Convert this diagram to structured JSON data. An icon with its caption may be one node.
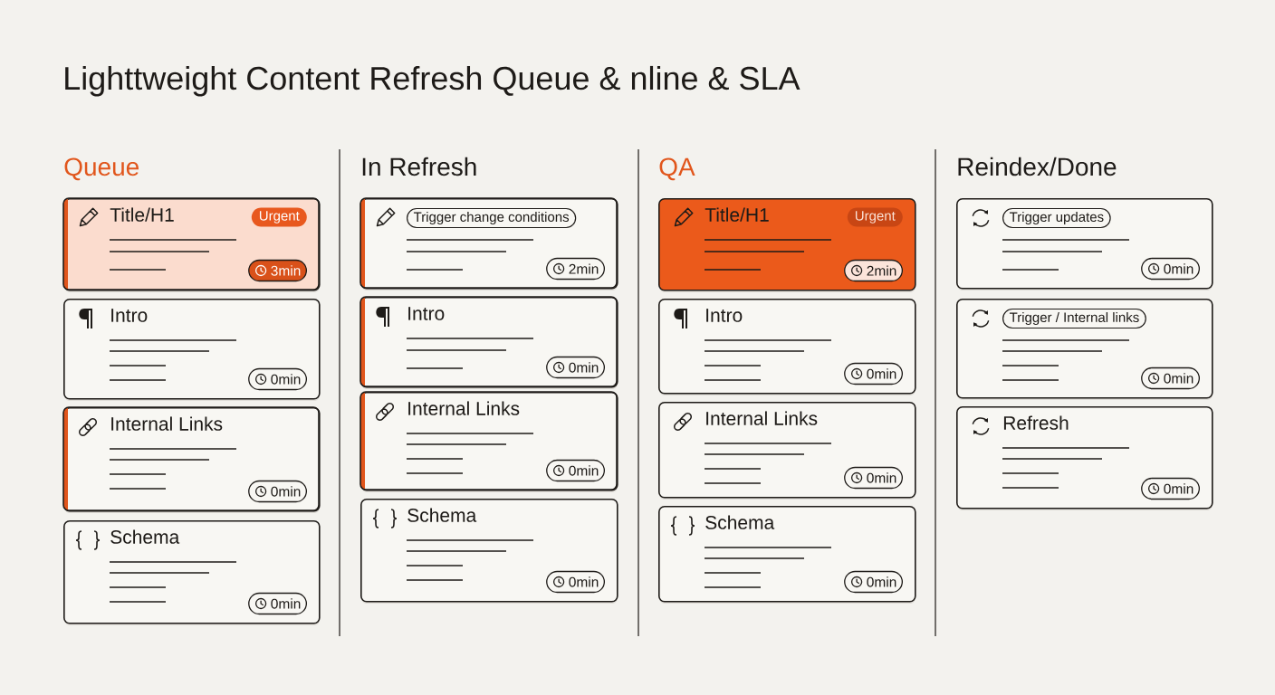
{
  "diagram": {
    "title": "Lighttweight Content Refresh Queue & nline & SLA",
    "nodes": [
      {
        "text": [
          "Title/H1"
        ]
      },
      {
        "text": [
          "Urgent"
        ],
        "in": 0
      },
      {
        "text": [
          "3min"
        ],
        "in": 0
      },
      {
        "text": [
          "Intro"
        ]
      },
      {
        "text": [
          "0min"
        ],
        "in": 3
      },
      {
        "text": [
          "Internal Links"
        ]
      },
      {
        "text": [
          "0min"
        ],
        "in": 5
      },
      {
        "text": [
          "Schema"
        ]
      },
      {
        "text": [
          "0min"
        ],
        "in": 7
      },
      {
        "text": [],
        "shape": "box"
      },
      {
        "text": [
          "Trigger change conditions"
        ],
        "in": 9
      },
      {
        "text": [
          "2min"
        ],
        "in": 9
      },
      {
        "text": [
          "Intro"
        ]
      },
      {
        "text": [
          "0min"
        ],
        "in": 12
      },
      {
        "text": [
          "Internal Links"
        ]
      },
      {
        "text": [
          "0min"
        ],
        "in": 14
      },
      {
        "text": [
          "Schema"
        ]
      },
      {
        "text": [
          "0min"
        ],
        "in": 16
      },
      {
        "text": [
          "Title/H1"
        ]
      },
      {
        "text": [
          "Urgent"
        ],
        "in": 18
      },
      {
        "text": [
          "2min"
        ],
        "in": 18
      },
      {
        "text": [
          "Intro"
        ]
      },
      {
        "text": [
          "0min"
        ],
        "in": 21
      },
      {
        "text": [
          "Internal Links"
        ]
      },
      {
        "text": [
          "0min"
        ],
        "in": 23
      },
      {
        "text": [
          "Schema"
        ]
      },
      {
        "text": [
          "0min"
        ],
        "in": 25
      },
      {
        "text": [],
        "shape": "box"
      },
      {
        "text": [
          "Trigger updates"
        ],
        "in": 27
      },
      {
        "text": [
          "0min"
        ],
        "in": 27
      },
      {
        "text": [],
        "shape": "box"
      },
      {
        "text": [
          "Trigger / Internal links"
        ],
        "in": 30
      },
      {
        "text": [
          "0min"
        ],
        "in": 30
      },
      {
        "text": [
          "Refresh"
        ]
      },
      {
        "text": [
          "0min"
        ],
        "in": 33
      }
    ],
    "labels": [
      "Queue",
      "In Refresh",
      "QA",
      "Reindex/Done"
    ]
  }
}
